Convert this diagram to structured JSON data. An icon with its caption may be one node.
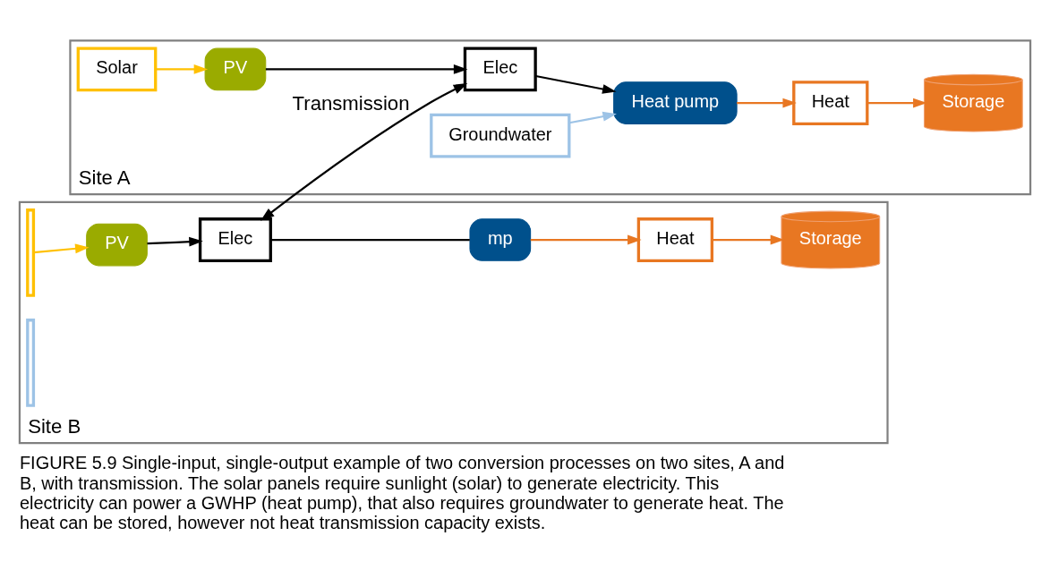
{
  "diagram": {
    "caption": "FIGURE 5.9 Single-input, single-output example of two conversion processes on two sites, A and B, with transmission. The solar panels require sunlight (solar) to generate electricity. This electricity can power a GWHP (heat pump), that also requires groundwater to generate heat. The heat can be stored, however not heat transmission capacity exists.",
    "nodes": [
      {
        "text": [
          "Site A"
        ]
      },
      {
        "text": [
          "Solar"
        ],
        "in": 0
      },
      {
        "text": [
          "Groundwater"
        ],
        "in": 0
      },
      {
        "text": [
          "Heat"
        ],
        "in": 0
      },
      {
        "text": [
          "Elec"
        ],
        "in": 0
      },
      {
        "text": [
          "Heat pump"
        ],
        "in": 0
      },
      {
        "text": [
          "PV"
        ],
        "in": 0
      },
      {
        "text": [
          "Storage"
        ],
        "in": 0
      },
      {
        "text": [
          "Site B"
        ]
      },
      {
        "text": [],
        "shape": "bar",
        "in": 8
      },
      {
        "text": [],
        "shape": "bar",
        "in": 8
      },
      {
        "text": [
          "Heat"
        ],
        "in": 8
      },
      {
        "text": [
          "Elec"
        ],
        "in": 8
      },
      {
        "text": [
          "mp"
        ],
        "in": 8
      },
      {
        "text": [
          "PV"
        ],
        "in": 8
      },
      {
        "text": [
          "Storage"
        ],
        "in": 8
      }
    ],
    "edges": [
      {
        "from": 2,
        "to": 5,
        "arrow": "to",
        "color": "#9dc3e6"
      },
      {
        "from": 4,
        "to": 5,
        "arrow": "to"
      },
      {
        "from": 5,
        "to": 3,
        "arrow": "to",
        "color": "#e87722"
      },
      {
        "from": 1,
        "to": 6,
        "arrow": "to",
        "color": "#ffc000"
      },
      {
        "from": 6,
        "to": 4,
        "arrow": "to"
      },
      {
        "from": 3,
        "to": 7,
        "arrow": "to",
        "color": "#e87722"
      },
      {
        "from": 12,
        "to": 13,
        "arrow": "none"
      },
      {
        "from": 13,
        "to": 11,
        "arrow": "to",
        "color": "#e87722"
      },
      {
        "from": 9,
        "to": 14,
        "arrow": "to",
        "color": "#ffc000"
      },
      {
        "from": 14,
        "to": 12,
        "arrow": "to"
      },
      {
        "from": 11,
        "to": 15,
        "arrow": "to",
        "color": "#e87722"
      },
      {
        "from": 12,
        "to": 4,
        "arrow": "both",
        "label": "Transmission"
      }
    ]
  }
}
